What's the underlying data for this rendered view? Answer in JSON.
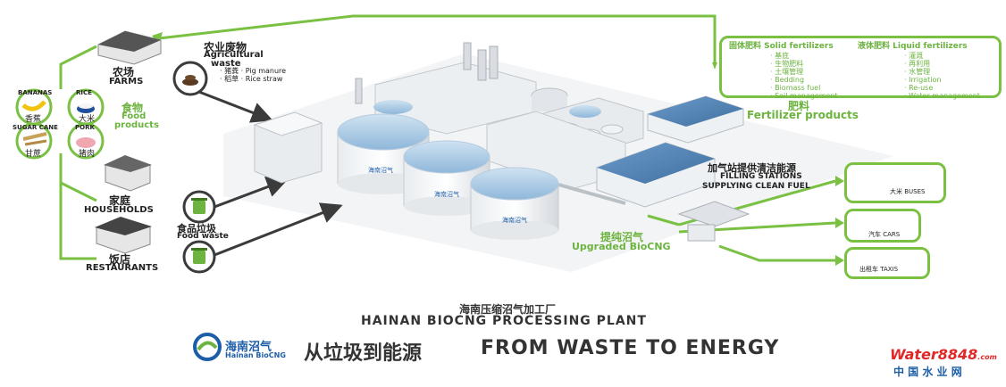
{
  "sources": {
    "agri_waste": {
      "zh": "农业废物",
      "en1": "Agricultural",
      "en2": "waste"
    },
    "manure": "· 猪粪 · Pig manure",
    "straw": "· 稻草 · Rice straw",
    "farms": {
      "zh": "农场",
      "en": "FARMS"
    },
    "households": {
      "zh": "家庭",
      "en": "HOUSEHOLDS"
    },
    "restaurants": {
      "zh": "饭店",
      "en": "RESTAURANTS"
    },
    "food_waste": {
      "zh": "食品垃圾",
      "en": "Food waste"
    }
  },
  "food": {
    "zh": "食物",
    "en1": "Food",
    "en2": "products",
    "items": [
      {
        "en": "BANANAS",
        "zh": "香蕉"
      },
      {
        "en": "RICE",
        "zh": "大米"
      },
      {
        "en": "SUGAR CANE",
        "zh": "甘蔗"
      },
      {
        "en": "PORK",
        "zh": "猪肉"
      }
    ]
  },
  "fertilizer": {
    "solid_title": "固体肥料 Solid fertilizers",
    "solid_items": [
      "· 基底",
      "· 生物肥料",
      "· 土壤管理",
      "· Bedding",
      "· Biomass fuel",
      "· Soil management"
    ],
    "liquid_title": "液体肥料 Liquid fertilizers",
    "liquid_items": [
      "· 灌溉",
      "· 再利用",
      "· 水管理",
      "· Irrigation",
      "· Re-use",
      "· Water management"
    ],
    "products_zh": "肥料",
    "products_en": "Fertilizer products"
  },
  "fuel": {
    "station_zh": "加气站提供清洁能源",
    "station_en1": "FILLING STATIONS",
    "station_en2": "SUPPLYING CLEAN FUEL",
    "biocng_zh": "提纯沼气",
    "biocng_en": "Upgraded BioCNG",
    "vehicles": [
      {
        "label": "大米 BUSES"
      },
      {
        "label": "汽车 CARS"
      },
      {
        "label": "出租车 TAXIS"
      }
    ]
  },
  "tank_label": "海南沼气",
  "footer": {
    "plant_zh": "海南压缩沼气加工厂",
    "plant_en": "HAINAN BIOCNG PROCESSING PLANT",
    "logo_zh": "海南沼气",
    "logo_en": "Hainan BioCNG",
    "slogan_zh": "从垃圾到能源",
    "slogan_en": "FROM WASTE TO ENERGY",
    "watermark_main": "Water8848",
    "watermark_com": ".com",
    "watermark_zh": "中 国 水 业 网"
  },
  "colors": {
    "green": "#7ac143",
    "dark_green": "#6cb33f",
    "steel_blue": "#4a7fae",
    "watermark_red": "#e02828"
  }
}
